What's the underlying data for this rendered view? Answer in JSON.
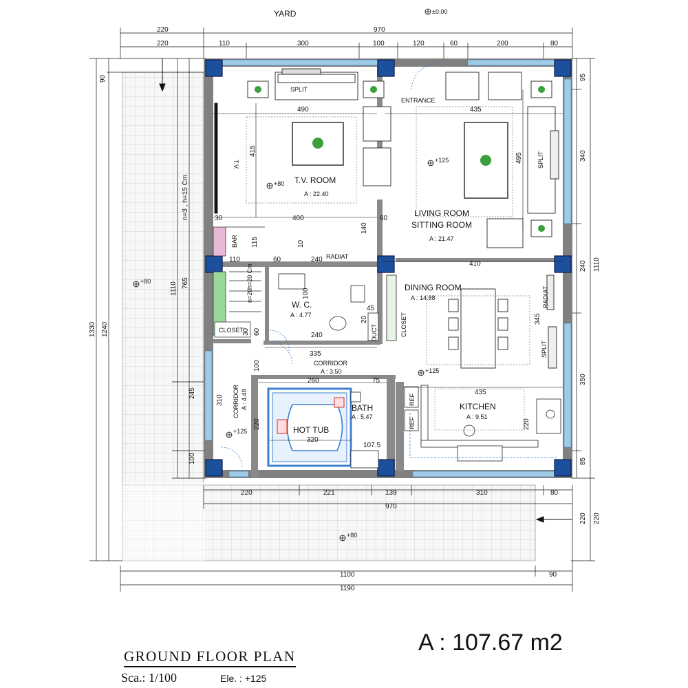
{
  "header": {
    "yard": "YARD",
    "level_top": "±0.00"
  },
  "dims_top": {
    "row1": [
      "220",
      "970"
    ],
    "row2": [
      "220",
      "110",
      "300",
      "100",
      "120",
      "60",
      "200",
      "80"
    ]
  },
  "dims_bottom": {
    "row1": [
      "220",
      "221",
      "139",
      "310",
      "80"
    ],
    "row2": "970",
    "row3a": "1100",
    "row3b": "90",
    "row4": "1190"
  },
  "dims_left": [
    "90",
    "1330",
    "1240",
    "1110",
    "n=3 , h=15 Cm",
    "765",
    "245",
    "100",
    "310"
  ],
  "dims_right": [
    "95",
    "340",
    "1110",
    "240",
    "350",
    "85",
    "220",
    "220"
  ],
  "interior_dims": [
    "490",
    "435",
    "415",
    "495",
    "400",
    "60",
    "140",
    "30",
    "115",
    "10",
    "110",
    "60",
    "240",
    "410",
    "100",
    "45",
    "20",
    "345",
    "240",
    "60",
    "335",
    "100",
    "260",
    "75",
    "435",
    "220",
    "320",
    "107.5",
    "220",
    "30"
  ],
  "rooms": {
    "tv_room": {
      "name": "T.V. ROOM",
      "area": "A : 22.40",
      "level": "+80"
    },
    "living": {
      "name1": "LIVING ROOM",
      "name2": "SITTING ROOM",
      "area": "A : 21.47",
      "level": "+125"
    },
    "dining": {
      "name": "DINING ROOM",
      "area": "A : 14.88"
    },
    "wc": {
      "name": "W. C.",
      "area": "A : 4.77"
    },
    "corridor": {
      "name": "CORRIDOR",
      "area": "A : 3.50"
    },
    "corridor_side": {
      "name": "CORRIDOR",
      "area": "A : 4.48"
    },
    "bath": {
      "name": "BATH",
      "area": "A : 5.47"
    },
    "kitchen": {
      "name": "KITCHEN",
      "area": "A : 9.51"
    },
    "hot_tub": "HOT TUB",
    "entrance": "ENTRANCE"
  },
  "labels": {
    "split": "SPLIT",
    "tv": "T.V.",
    "radiat": "RADIAT",
    "bar": "BAR",
    "closet": "CLOSET",
    "duct": "DUCT",
    "ref": "REF",
    "stair_n": "n=20",
    "stair_h": "h=20 Cm"
  },
  "levels": {
    "yard": "+80",
    "entrance_ext": "+125",
    "corridor": "+125",
    "dining": "+125",
    "bottom": "+80"
  },
  "footer": {
    "total_area": "A : 107.67 m2",
    "title": "GROUND FLOOR PLAN",
    "scale": "Sca.: 1/100",
    "elevation": "Ele. : +125"
  },
  "colors": {
    "wall": "#808080",
    "column_fill": "#1c4f9c",
    "column_border": "#0a1a4a",
    "window": "#9fcbe8",
    "hatch": "#c8c8c8",
    "plant": "#3aa03a",
    "tub": "#3f7fd0",
    "bar_pink": "#e8b8d8",
    "stair_green": "#9ad89a"
  }
}
